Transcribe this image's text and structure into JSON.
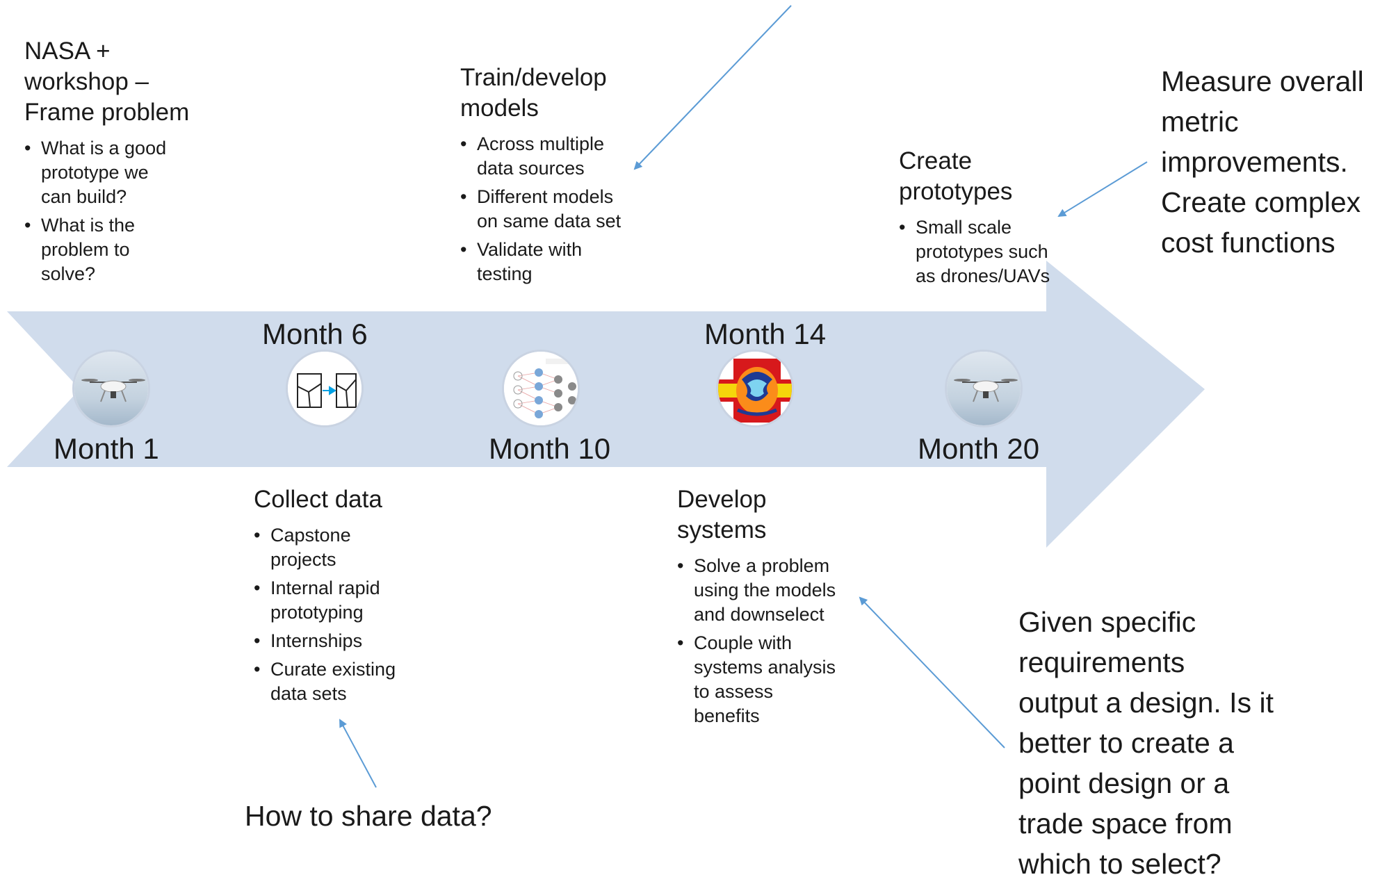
{
  "milestones": {
    "m1": "Month 1",
    "m6": "Month 6",
    "m10": "Month 10",
    "m14": "Month 14",
    "m20": "Month 20"
  },
  "icons": {
    "m1": "drone-icon",
    "m6": "design-transform-icon",
    "m10": "neural-network-icon",
    "m14": "flow-simulation-icon",
    "m20": "drone-icon"
  },
  "steps": {
    "frame": {
      "title": "NASA +\nworkshop –\nFrame problem",
      "bullets": [
        "What is a good\nprototype we\ncan build?",
        "What is the\nproblem to\nsolve?"
      ]
    },
    "train": {
      "title": "Train/develop\nmodels",
      "bullets": [
        "Across multiple\ndata sources",
        "Different models\non same data set",
        "Validate with\ntesting"
      ]
    },
    "prototypes": {
      "title": "Create\nprototypes",
      "bullets": [
        "Small scale\nprototypes such\nas drones/UAVs"
      ]
    },
    "collect": {
      "title": "Collect data",
      "bullets": [
        "Capstone\nprojects",
        "Internal rapid\nprototyping",
        "Internships",
        "Curate existing\ndata sets"
      ]
    },
    "develop": {
      "title": "Develop\nsystems",
      "bullets": [
        "Solve a problem\nusing the models\nand downselect",
        "Couple with\nsystems analysis\nto assess\nbenefits"
      ]
    }
  },
  "callouts": {
    "measure": "Measure overall\nmetric\nimprovements.\nCreate complex\ncost functions",
    "share": "How to share data?",
    "requirements": "Given specific\nrequirements\noutput a design. Is it\nbetter to create a\npoint design or a\ntrade space from\nwhich to select?"
  },
  "colors": {
    "timeline_arrow": "#d0dcec",
    "pointer_arrow": "#5b9bd5",
    "heat_red": "#d7191c",
    "heat_yellow": "#f5d60b",
    "heat_blue": "#1f3a93"
  }
}
